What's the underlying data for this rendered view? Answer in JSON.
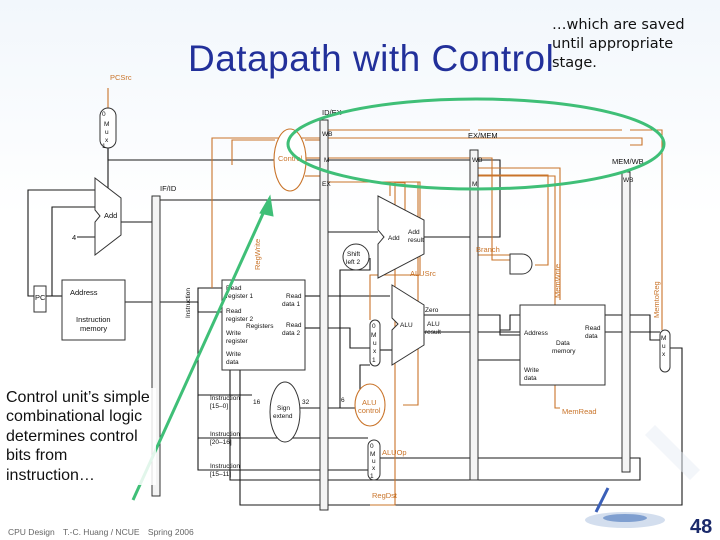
{
  "slide": {
    "title": "Datapath with Control",
    "note_top": "…which are saved until appropriate stage.",
    "note_left": "Control unit’s simple combinational logic determines control bits from instruction…",
    "footer": {
      "course": "CPU Design",
      "author": "T.-C. Huang / NCUE",
      "term": "Spring 2006"
    },
    "page_number": "48"
  },
  "colors": {
    "title": "#22309a",
    "datapath_line": "#1a1a1a",
    "control_line": "#c9742a",
    "callout": "#3fbf77",
    "background": "#ffffff"
  },
  "diagram": {
    "pipeline_registers": [
      "IF/ID",
      "ID/EX",
      "EX/MEM",
      "MEM/WB"
    ],
    "control_fields": {
      "wb": "WB",
      "m": "M",
      "ex": "EX"
    },
    "mux": [
      "M",
      "u",
      "x"
    ],
    "mux_inputs": [
      "0",
      "1"
    ],
    "blocks": {
      "pc": "PC",
      "control": "Control",
      "add": "Add",
      "const_four": "4",
      "add_result": [
        "Add",
        "result"
      ],
      "shift": [
        "Shift",
        "left 2"
      ],
      "alu": "ALU",
      "zero": "Zero",
      "alu_result": [
        "ALU",
        "result"
      ],
      "alu_control": [
        "ALU",
        "control"
      ],
      "sign_extend": [
        "Sign",
        "extend"
      ],
      "and_gate": ""
    },
    "instruction_memory": {
      "address": "Address",
      "instruction": [
        "Instruction",
        "memory"
      ],
      "out": "Instruction"
    },
    "registers": {
      "title": "Registers",
      "read_reg1": [
        "Read",
        "register 1"
      ],
      "read_reg2": [
        "Read",
        "register 2"
      ],
      "write_reg": [
        "Write",
        "register"
      ],
      "write_data": [
        "Write",
        "data"
      ],
      "read_data1": [
        "Read",
        "data 1"
      ],
      "read_data2": [
        "Read",
        "data 2"
      ]
    },
    "data_memory": {
      "address": "Address",
      "read_data": [
        "Read",
        "data"
      ],
      "title": [
        "Data",
        "memory"
      ],
      "write_data": [
        "Write",
        "data"
      ]
    },
    "instr_fields": [
      {
        "label": "Instruction",
        "bits": "[15–0]"
      },
      {
        "label": "Instruction",
        "bits": "[20–16]"
      },
      {
        "label": "Instruction",
        "bits": "[15–11]"
      }
    ],
    "bus_widths": {
      "in": "16",
      "out": "32",
      "funct": "6"
    },
    "control_signals": {
      "pcsrc": "PCSrc",
      "regwrite": "RegWrite",
      "branch": "Branch",
      "alusrc": "ALUSrc",
      "memwrite": "MemWrite",
      "memtoreg": "MemtoReg",
      "memread": "MemRead",
      "aluop": "ALUOp",
      "regdst": "RegDst"
    }
  }
}
